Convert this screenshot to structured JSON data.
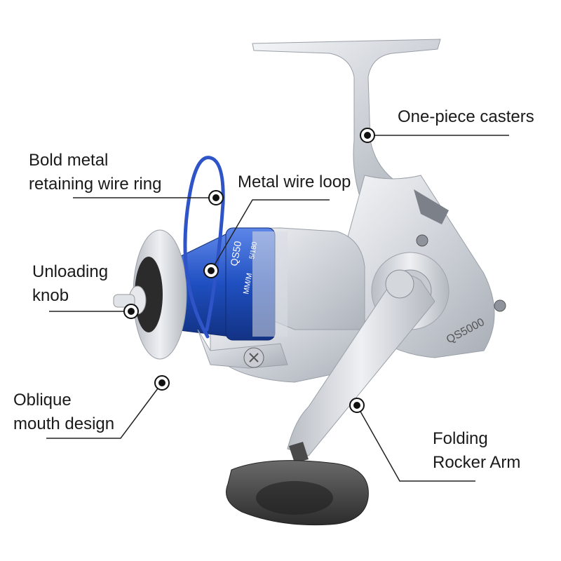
{
  "callouts": {
    "casters": "One-piece casters",
    "retaining_ring": [
      "Bold metal",
      "retaining wire ring"
    ],
    "wire_loop": "Metal wire loop",
    "unloading_knob": [
      "Unloading",
      "knob"
    ],
    "oblique_mouth": [
      "Oblique",
      "mouth design"
    ],
    "rocker_arm": [
      "Folding",
      "Rocker Arm"
    ]
  },
  "product": {
    "model_marking": "QS5000",
    "spool_marking": "QS50",
    "spool_line_info": "MM/M",
    "spool_capacity_info": "5/180"
  },
  "colors": {
    "spool_blue": "#1f4fc0",
    "body_silver": "#d8dbe0",
    "knob_dark": "#3c3c3c",
    "line_color": "#222222"
  }
}
